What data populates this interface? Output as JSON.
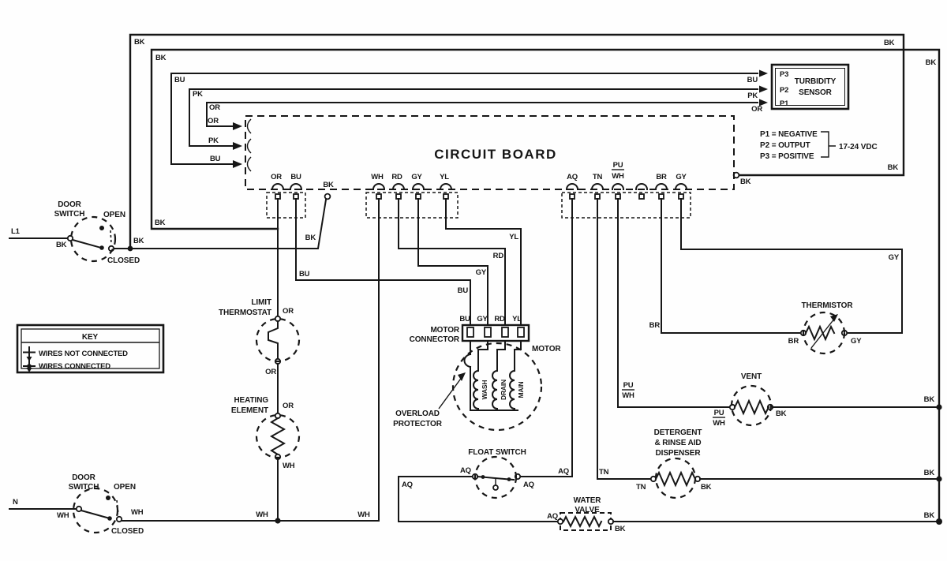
{
  "diagram_title": "CIRCUIT BOARD",
  "codes": {
    "BK": "BK",
    "BU": "BU",
    "PK": "PK",
    "OR": "OR",
    "WH": "WH",
    "RD": "RD",
    "GY": "GY",
    "YL": "YL",
    "AQ": "AQ",
    "TN": "TN",
    "BR": "BR",
    "PU": "PU"
  },
  "lines": {
    "l1": "L1",
    "n": "N"
  },
  "turbidity_sensor": {
    "name_l1": "TURBIDITY",
    "name_l2": "SENSOR",
    "pin_p3": "P3",
    "pin_p2": "P2",
    "pin_p1": "P1",
    "legend_p1": "P1 = NEGATIVE",
    "legend_p2": "P2 = OUTPUT",
    "legend_p3": "P3 = POSITIVE",
    "voltage": "17-24 VDC"
  },
  "key": {
    "title": "KEY",
    "not_connected": "WIRES NOT CONNECTED",
    "connected": "WIRES CONNECTED"
  },
  "door_switch": {
    "name_l1": "DOOR",
    "name_l2": "SWITCH",
    "state_open": "OPEN",
    "state_closed": "CLOSED"
  },
  "limit_thermostat": {
    "name_l1": "LIMIT",
    "name_l2": "THERMOSTAT"
  },
  "heating_element": {
    "name_l1": "HEATING",
    "name_l2": "ELEMENT"
  },
  "motor": {
    "connector_l1": "MOTOR",
    "connector_l2": "CONNECTOR",
    "name": "MOTOR",
    "overload_l1": "OVERLOAD",
    "overload_l2": "PROTECTOR",
    "winding_wash": "WASH",
    "winding_drain": "DRAIN",
    "winding_main": "MAIN"
  },
  "float_switch": {
    "name": "FLOAT SWITCH"
  },
  "water_valve": {
    "name_l1": "WATER",
    "name_l2": "VALVE"
  },
  "vent": {
    "name": "VENT"
  },
  "thermistor": {
    "name": "THERMISTOR"
  },
  "dispenser": {
    "name_l1": "DETERGENT",
    "name_l2": "& RINSE AID",
    "name_l3": "DISPENSER"
  }
}
